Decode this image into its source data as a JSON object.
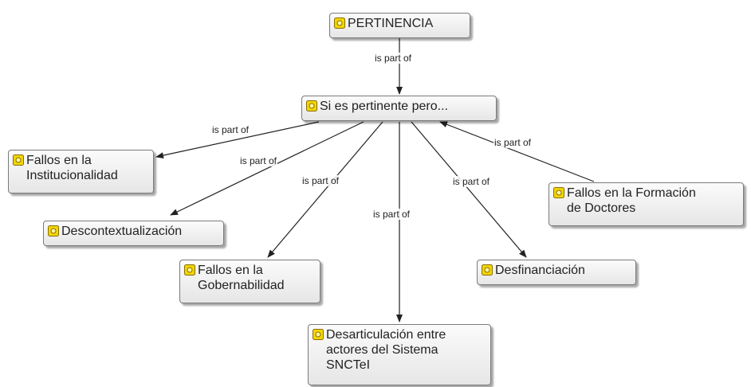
{
  "diagram": {
    "nodes": {
      "pertinencia": {
        "label": "PERTINENCIA",
        "icon": "concept-icon"
      },
      "si_es": {
        "label": "Si es pertinente pero...",
        "icon": "concept-icon"
      },
      "fallos_inst": {
        "label": "Fallos en la\nInstitucionalidad",
        "icon": "concept-icon"
      },
      "descontext": {
        "label": "Descontextualización",
        "icon": "concept-icon"
      },
      "fallos_gob": {
        "label": "Fallos en la\nGobernabilidad",
        "icon": "concept-icon"
      },
      "desarticulacion": {
        "label": "Desarticulación entre\nactores del Sistema\nSNCTeI",
        "icon": "concept-icon"
      },
      "desfinanciacion": {
        "label": "Desfinanciación",
        "icon": "concept-icon"
      },
      "fallos_form": {
        "label": "Fallos en la Formación\nde Doctores",
        "icon": "concept-icon"
      }
    },
    "edges": [
      {
        "from": "pertinencia",
        "to": "si_es",
        "label": "is part of"
      },
      {
        "from": "si_es",
        "to": "fallos_inst",
        "label": "is part of"
      },
      {
        "from": "si_es",
        "to": "descontext",
        "label": "is part of"
      },
      {
        "from": "si_es",
        "to": "fallos_gob",
        "label": "is part of"
      },
      {
        "from": "si_es",
        "to": "desarticulacion",
        "label": "is part of"
      },
      {
        "from": "si_es",
        "to": "desfinanciacion",
        "label": "is part of"
      },
      {
        "from": "fallos_form",
        "to": "si_es",
        "label": "is part of"
      }
    ]
  },
  "colors": {
    "node_border": "#7a7a7a",
    "edge": "#222222",
    "icon_fill": "#f2d600",
    "icon_stroke": "#8a6d00"
  }
}
